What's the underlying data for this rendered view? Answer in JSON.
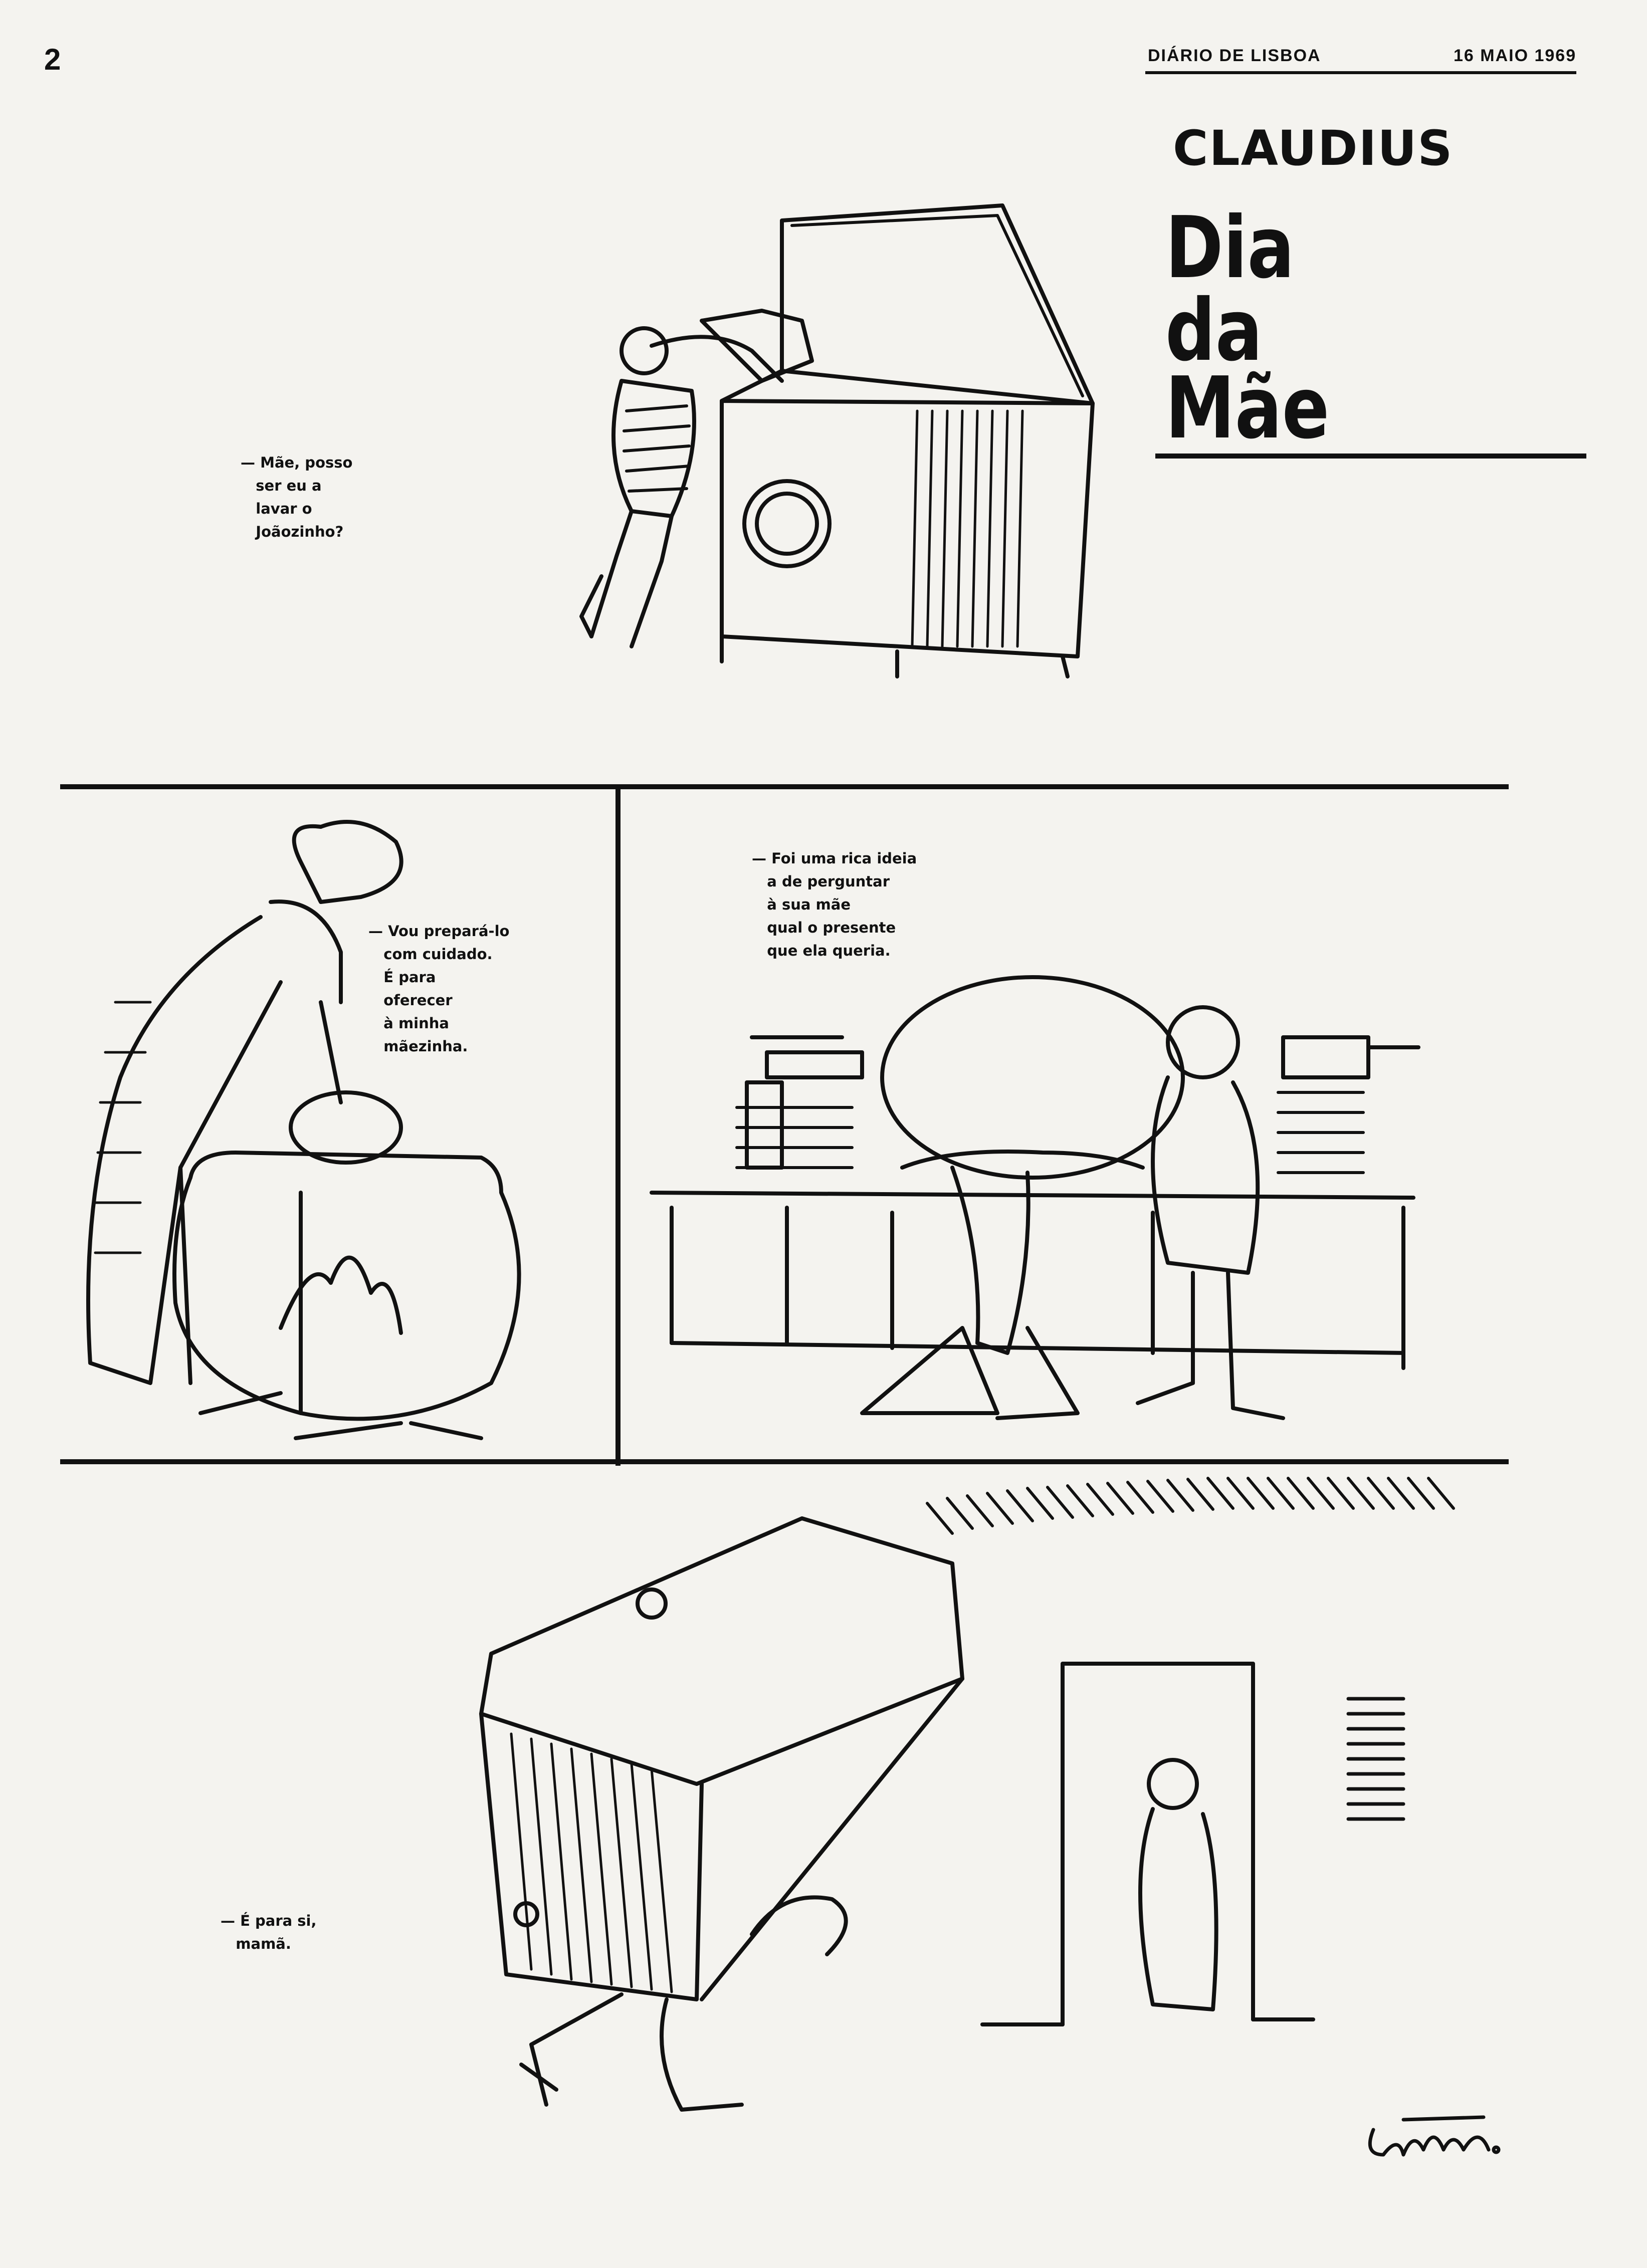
{
  "header": {
    "page_number": "2",
    "newspaper": "DIÁRIO DE LISBOA",
    "date": "16 MAIO 1969"
  },
  "feature": {
    "author": "CLAUDIUS",
    "title_words": [
      "Dia",
      "da",
      "Mãe"
    ]
  },
  "panels": [
    {
      "caption": "— Mãe, posso\n   ser eu a\n   lavar o\n   Joãozinho?"
    },
    {
      "caption": "— Vou prepará-lo\n   com cuidado.\n   É para\n   oferecer\n   à minha\n   mãezinha."
    },
    {
      "caption": "— Foi uma rica ideia\n   a de perguntar\n   à sua mãe\n   qual o presente\n   que ela queria."
    },
    {
      "caption": "— É para si,\n   mamã."
    }
  ],
  "signature": "Claudius",
  "colors": {
    "paper": "#f4f3ef",
    "ink": "#111111"
  }
}
